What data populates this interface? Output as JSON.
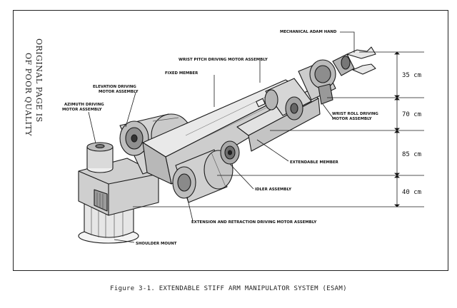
{
  "stamp": {
    "line1": "ORIGINAL PAGE IS",
    "line2": "OF POOR QUALITY"
  },
  "labels": {
    "mechanical_hand": "MECHANICAL ADAM HAND",
    "wrist_pitch": "WRIST PITCH DRIVING MOTOR ASSEMBLY",
    "fixed_member": "FIXED MEMBER",
    "elevation_1": "ELEVATION DRIVING",
    "elevation_2": "MOTOR ASSEMBLY",
    "azimuth_1": "AZIMUTH DRIVING",
    "azimuth_2": "MOTOR ASSEMBLY",
    "wrist_roll_1": "WRIST ROLL DRIVING",
    "wrist_roll_2": "MOTOR ASSEMBLY",
    "extendable_member": "EXTENDABLE MEMBER",
    "idler": "IDLER ASSEMBLY",
    "extension_retraction": "EXTENSION AND RETRACTION DRIVING MOTOR ASSEMBLY",
    "shoulder_mount": "SHOULDER MOUNT"
  },
  "dimensions": [
    "35 cm",
    "70 cm",
    "85 cm",
    "40 cm"
  ],
  "caption": "Figure 3-1.  EXTENDABLE STIFF ARM MANIPULATOR SYSTEM (ESAM)"
}
